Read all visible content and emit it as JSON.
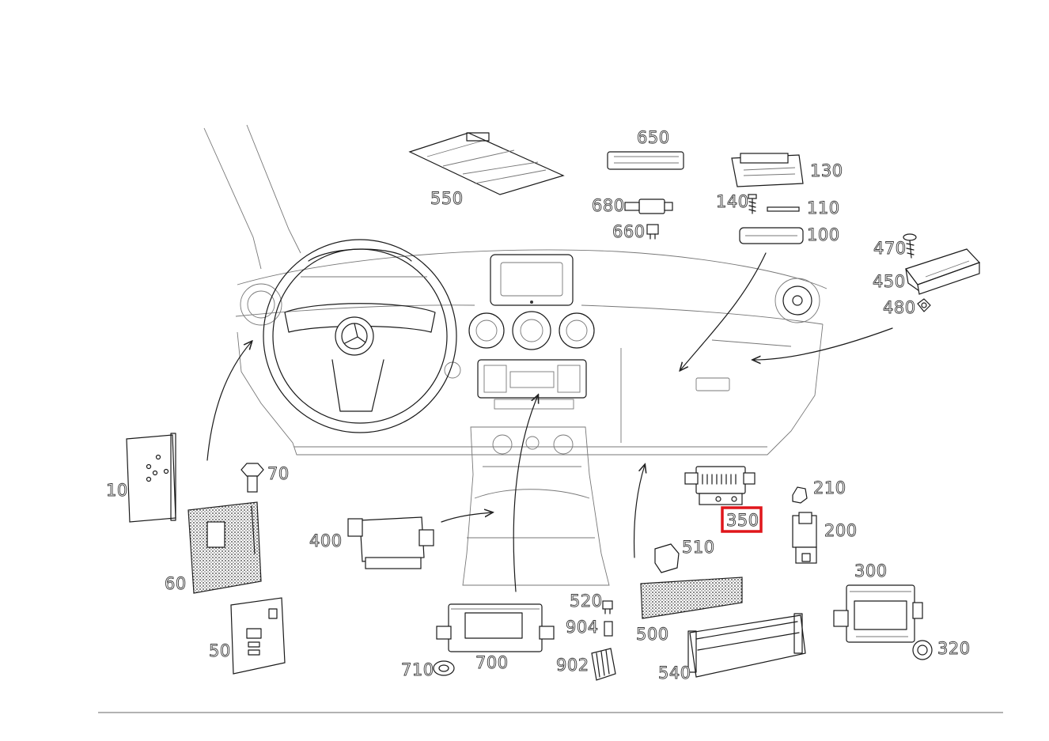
{
  "diagram": {
    "highlight_color": "#e0161b",
    "highlighted_part": "350",
    "parts": [
      {
        "id": "p10",
        "label": "10"
      },
      {
        "id": "p50",
        "label": "50"
      },
      {
        "id": "p60",
        "label": "60"
      },
      {
        "id": "p70",
        "label": "70"
      },
      {
        "id": "p100",
        "label": "100"
      },
      {
        "id": "p110",
        "label": "110"
      },
      {
        "id": "p130",
        "label": "130"
      },
      {
        "id": "p140",
        "label": "140"
      },
      {
        "id": "p200",
        "label": "200"
      },
      {
        "id": "p210",
        "label": "210"
      },
      {
        "id": "p300",
        "label": "300"
      },
      {
        "id": "p320",
        "label": "320"
      },
      {
        "id": "p350",
        "label": "350"
      },
      {
        "id": "p400",
        "label": "400"
      },
      {
        "id": "p450",
        "label": "450"
      },
      {
        "id": "p470",
        "label": "470"
      },
      {
        "id": "p480",
        "label": "480"
      },
      {
        "id": "p500",
        "label": "500"
      },
      {
        "id": "p510",
        "label": "510"
      },
      {
        "id": "p520",
        "label": "520"
      },
      {
        "id": "p540",
        "label": "540"
      },
      {
        "id": "p550",
        "label": "550"
      },
      {
        "id": "p650",
        "label": "650"
      },
      {
        "id": "p660",
        "label": "660"
      },
      {
        "id": "p680",
        "label": "680"
      },
      {
        "id": "p700",
        "label": "700"
      },
      {
        "id": "p710",
        "label": "710"
      },
      {
        "id": "p902",
        "label": "902"
      },
      {
        "id": "p904",
        "label": "904"
      }
    ]
  }
}
